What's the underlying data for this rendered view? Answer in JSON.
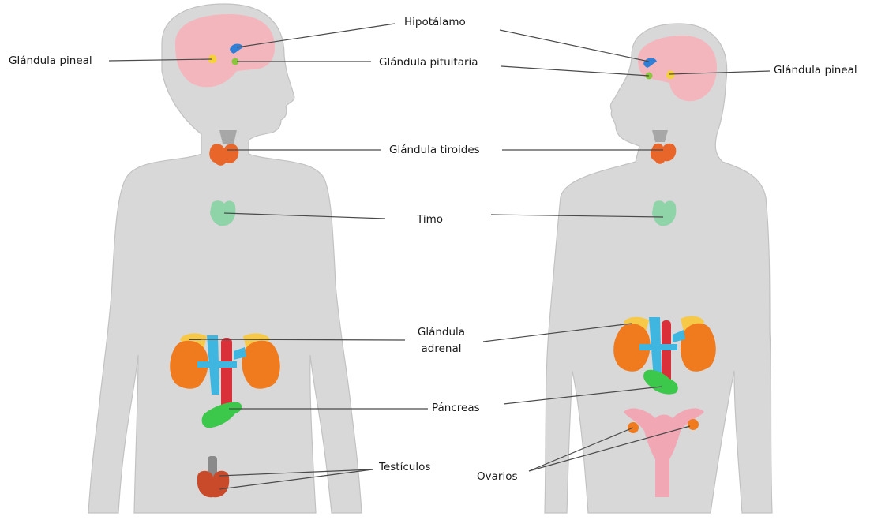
{
  "diagram": {
    "labels": {
      "hipotalamo": "Hipotálamo",
      "pineal_left": "Glándula pineal",
      "pineal_right": "Glándula pineal",
      "pituitaria": "Glándula pituitaria",
      "tiroides": "Glándula tiroides",
      "timo": "Timo",
      "adrenal_line1": "Glándula",
      "adrenal_line2": "adrenal",
      "pancreas": "Páncreas",
      "testiculos": "Testículos",
      "ovarios": "Ovarios"
    },
    "colors": {
      "body": "#d8d8d8",
      "brain": "#f4b6bd",
      "hypothalamus": "#2f7fd6",
      "pineal": "#f5d23c",
      "pituitary": "#8cc63f",
      "thyroid": "#e8662a",
      "thymus": "#8fd3a8",
      "kidney": "#f07a1e",
      "adrenal": "#f7c948",
      "vein": "#3fb6e0",
      "aorta": "#d9303a",
      "pancreas": "#3cc84a",
      "testes": "#c94a2a",
      "uterus": "#f2a7b5",
      "leader": "#4a4a4a"
    }
  }
}
